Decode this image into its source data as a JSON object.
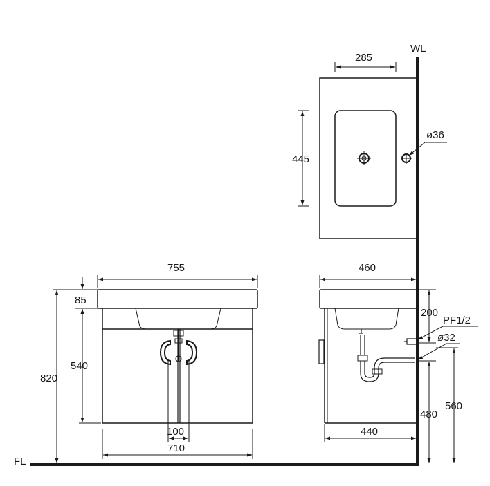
{
  "labels": {
    "wall": "WL",
    "floor": "FL"
  },
  "top_view": {
    "basin_depth": "285",
    "basin_width": "445",
    "tap_hole": "ø36"
  },
  "front_view": {
    "overall_width": "755",
    "top_thickness": "85",
    "cabinet_height": "540",
    "overall_height": "820",
    "handle_spacing": "100",
    "cabinet_width": "710"
  },
  "side_view": {
    "overall_depth": "460",
    "top_to_outlet": "200",
    "inlet_connection": "PF1/2",
    "outlet_diameter": "ø32",
    "outlet_height": "480",
    "inlet_height": "560",
    "cabinet_depth": "440"
  }
}
